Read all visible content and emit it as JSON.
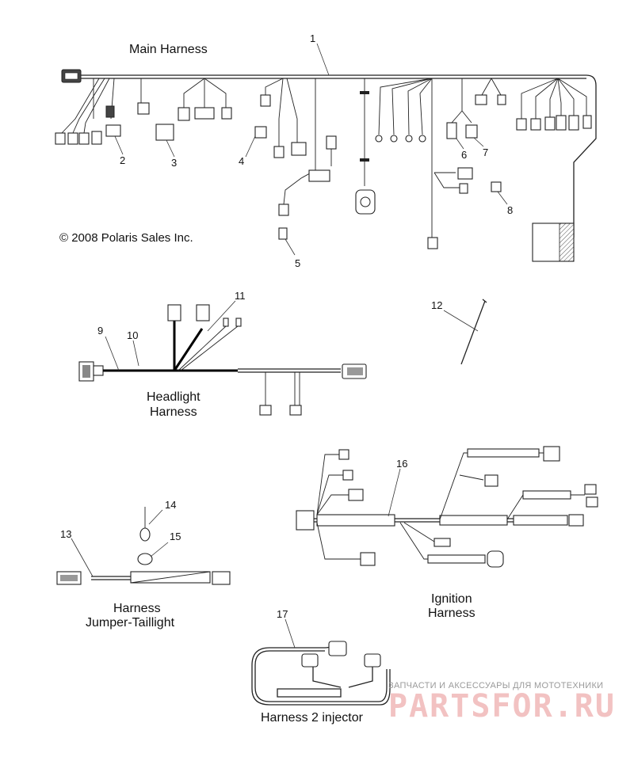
{
  "diagram": {
    "titles": {
      "main": "Main Harness",
      "headlight_1": "Headlight",
      "headlight_2": "Harness",
      "taillight_1": "Harness",
      "taillight_2": "Jumper-Taillight",
      "ignition_1": "Ignition",
      "ignition_2": "Harness",
      "injector": "Harness 2 injector"
    },
    "copyright": "© 2008 Polaris Sales Inc.",
    "callouts": [
      "1",
      "2",
      "3",
      "4",
      "5",
      "6",
      "7",
      "8",
      "9",
      "10",
      "11",
      "12",
      "13",
      "14",
      "15",
      "16",
      "17"
    ],
    "watermark": {
      "tagline": "ЗАПЧАСТИ И АКСЕССУАРЫ ДЛЯ МОТОТЕХНИКИ",
      "brand": "PARTSFOR.RU"
    }
  }
}
